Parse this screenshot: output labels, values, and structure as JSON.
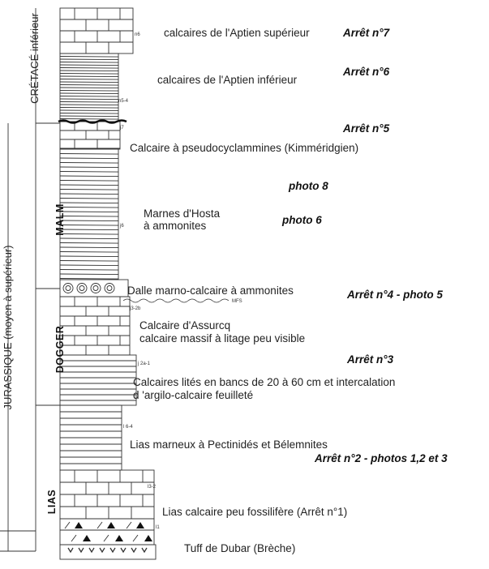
{
  "periods": [
    {
      "name": "CRÉTACÉ inférieur"
    },
    {
      "name": "JURASSIQUE (moyen à supérieur)"
    },
    {
      "name": "MALM"
    },
    {
      "name": "DOGGER"
    },
    {
      "name": "LIAS"
    }
  ],
  "codes": [
    "n6",
    "n5-4",
    "j7",
    "j6",
    "MFS",
    "j3-2b",
    "j 2a-1",
    "l 6-4",
    "l3-2",
    "l1"
  ],
  "units": [
    {
      "label": "calcaires de l'Aptien supérieur"
    },
    {
      "label": "calcaires de l'Aptien inférieur"
    },
    {
      "label": "Calcaire à pseudocyclammines (Kimméridgien)"
    },
    {
      "label": "Marnes d'Hosta"
    },
    {
      "label": "à ammonites"
    },
    {
      "label": "Dalle marno-calcaire à ammonites"
    },
    {
      "label": "Calcaire d'Assurcq"
    },
    {
      "label": "calcaire massif à litage peu visible"
    },
    {
      "label": "Calcaires lités en bancs de 20 à 60 cm et intercalation"
    },
    {
      "label": "d 'argilo-calcaire feuilleté"
    },
    {
      "label": "Lias marneux à Pectinidés et Bélemnites"
    },
    {
      "label": "Lias calcaire peu fossilifère (Arrêt n°1)"
    },
    {
      "label": "Tuff de Dubar (Brèche)"
    }
  ],
  "stops": [
    {
      "label": "Arrêt n°7"
    },
    {
      "label": "Arrêt n°6"
    },
    {
      "label": "Arrêt n°5"
    },
    {
      "label": "photo 8"
    },
    {
      "label": "photo 6"
    },
    {
      "label": "Arrêt n°4 - photo 5"
    },
    {
      "label": "Arrêt n°3"
    },
    {
      "label": "Arrêt n°2 - photos 1,2 et 3"
    }
  ]
}
